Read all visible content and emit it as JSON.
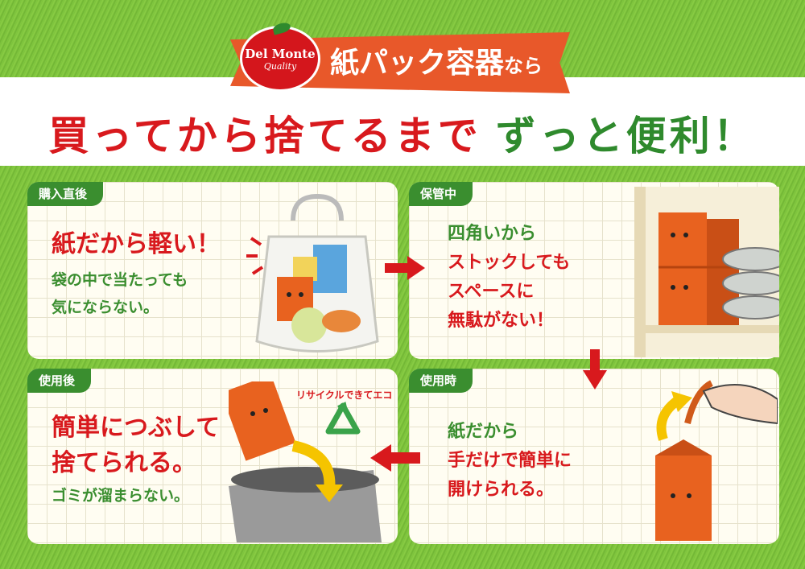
{
  "header": {
    "brand_logo_main": "Del Monte",
    "brand_logo_sub": "Quality",
    "ribbon_main": "紙パック容器",
    "ribbon_suffix": "なら",
    "title_red": "買ってから捨てるまで",
    "title_green": "ずっと便利！"
  },
  "panels": {
    "after_purchase": {
      "tab": "購入直後",
      "line1": "紙だから軽い！",
      "line2": "袋の中で当たっても",
      "line3": "気にならない。"
    },
    "storage": {
      "tab": "保管中",
      "line1": "四角いから",
      "line2": "ストックしても",
      "line3": "スペースに",
      "line4": "無駄がない！"
    },
    "after_use": {
      "tab": "使用後",
      "line1": "簡単につぶして",
      "line2": "捨てられる。",
      "line3": "ゴミが溜まらない。",
      "recycle_label": "リサイクルできてエコ"
    },
    "in_use": {
      "tab": "使用時",
      "line1": "紙だから",
      "line2": "手だけで簡単に",
      "line3": "開けられる。"
    }
  },
  "colors": {
    "background_green": "#79c23a",
    "accent_red": "#d8191d",
    "accent_green": "#3a8e2f",
    "carton_orange": "#e8621f",
    "arrow_yellow": "#f5c400"
  }
}
